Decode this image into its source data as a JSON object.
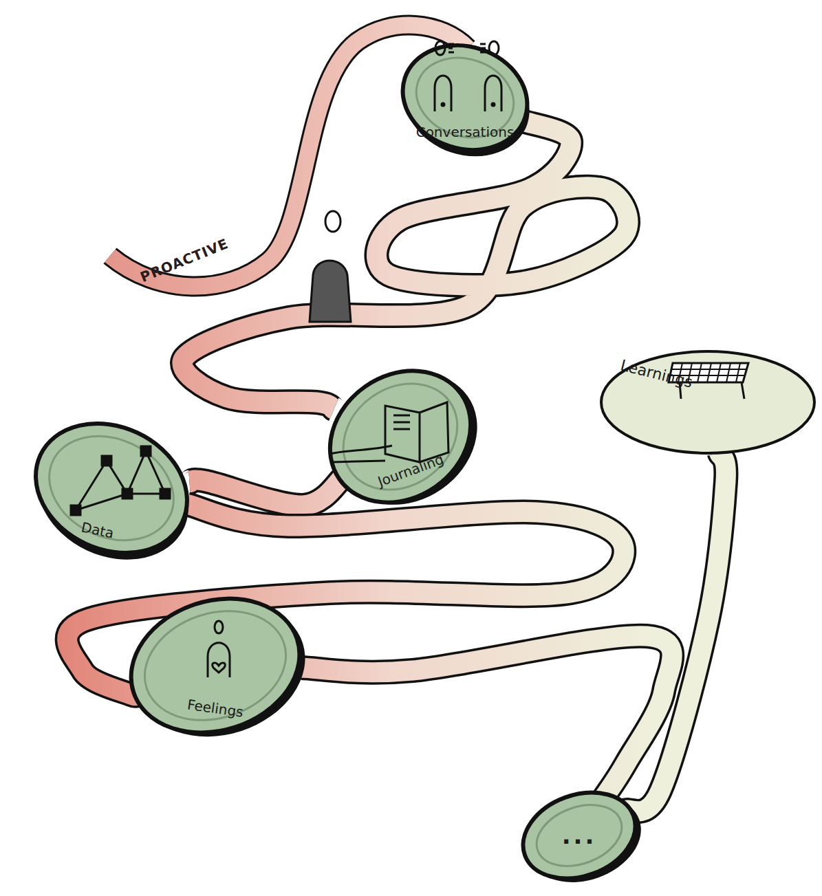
{
  "diagram": {
    "nodes": [
      {
        "text": [
          "Conversations"
        ]
      },
      {
        "text": [
          "Journaling"
        ]
      },
      {
        "text": [
          "Data"
        ]
      },
      {
        "text": [
          "Feelings"
        ]
      },
      {
        "text": [
          "..."
        ]
      },
      {
        "text": [
          "Learnings"
        ]
      }
    ],
    "edges": [
      {
        "from": 0,
        "to": 1,
        "arrow": "none"
      },
      {
        "from": 1,
        "to": 2,
        "arrow": "none"
      },
      {
        "from": 2,
        "to": 3,
        "arrow": "none"
      },
      {
        "from": 3,
        "to": 4,
        "arrow": "none"
      },
      {
        "from": 4,
        "to": 5,
        "arrow": "none"
      }
    ],
    "labels": [
      "PROACTIVE"
    ]
  }
}
